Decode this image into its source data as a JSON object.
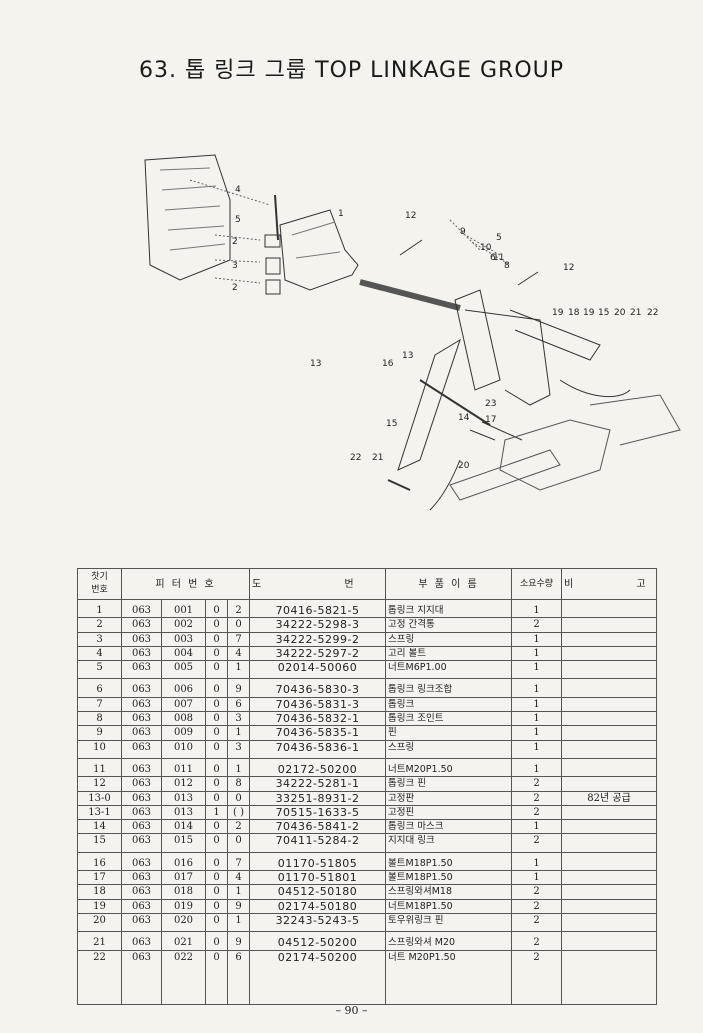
{
  "title": "63. 톱 링크 그룹 TOP LINKAGE GROUP",
  "figure": {
    "callouts": [
      "1",
      "2",
      "3",
      "4",
      "5",
      "2",
      "12",
      "9",
      "10",
      "5",
      "6",
      "11",
      "8",
      "12",
      "19",
      "18",
      "19",
      "15",
      "20",
      "21",
      "22",
      "13",
      "13",
      "16",
      "23",
      "14",
      "17",
      "15",
      "22",
      "21",
      "20"
    ]
  },
  "table": {
    "headers": {
      "seq": "찻기\n번호",
      "part_code": "피 터 번 호",
      "drawing_no": "도 번",
      "part_name": "부 품 이 름",
      "qty": "소요수량",
      "remarks": "비 고"
    },
    "groups": [
      [
        {
          "no": "1",
          "a": "063",
          "b": "001",
          "c": "0",
          "d": "2",
          "pn": "70416-5821-5",
          "name": "톱링크 지지대",
          "qty": "1",
          "rem": ""
        },
        {
          "no": "2",
          "a": "063",
          "b": "002",
          "c": "0",
          "d": "0",
          "pn": "34222-5298-3",
          "name": "고정 간격통",
          "qty": "2",
          "rem": ""
        },
        {
          "no": "3",
          "a": "063",
          "b": "003",
          "c": "0",
          "d": "7",
          "pn": "34222-5299-2",
          "name": "스프링",
          "qty": "1",
          "rem": ""
        },
        {
          "no": "4",
          "a": "063",
          "b": "004",
          "c": "0",
          "d": "4",
          "pn": "34222-5297-2",
          "name": "고리 볼트",
          "qty": "1",
          "rem": ""
        },
        {
          "no": "5",
          "a": "063",
          "b": "005",
          "c": "0",
          "d": "1",
          "pn": "02014-50060",
          "name": "너트M6P1.00",
          "qty": "1",
          "rem": ""
        }
      ],
      [
        {
          "no": "6",
          "a": "063",
          "b": "006",
          "c": "0",
          "d": "9",
          "pn": "70436-5830-3",
          "name": "톱링크 링크조합",
          "qty": "1",
          "rem": ""
        },
        {
          "no": "7",
          "a": "063",
          "b": "007",
          "c": "0",
          "d": "6",
          "pn": "70436-5831-3",
          "name": "톱링크",
          "qty": "1",
          "rem": ""
        },
        {
          "no": "8",
          "a": "063",
          "b": "008",
          "c": "0",
          "d": "3",
          "pn": "70436-5832-1",
          "name": "톱링크 조인트",
          "qty": "1",
          "rem": ""
        },
        {
          "no": "9",
          "a": "063",
          "b": "009",
          "c": "0",
          "d": "1",
          "pn": "70436-5835-1",
          "name": "핀",
          "qty": "1",
          "rem": ""
        },
        {
          "no": "10",
          "a": "063",
          "b": "010",
          "c": "0",
          "d": "3",
          "pn": "70436-5836-1",
          "name": "스프링",
          "qty": "1",
          "rem": ""
        }
      ],
      [
        {
          "no": "11",
          "a": "063",
          "b": "011",
          "c": "0",
          "d": "1",
          "pn": "02172-50200",
          "name": "너트M20P1.50",
          "qty": "1",
          "rem": ""
        },
        {
          "no": "12",
          "a": "063",
          "b": "012",
          "c": "0",
          "d": "8",
          "pn": "34222-5281-1",
          "name": "톱링크 핀",
          "qty": "2",
          "rem": ""
        },
        {
          "no": "13-0",
          "a": "063",
          "b": "013",
          "c": "0",
          "d": "0",
          "pn": "33251-8931-2",
          "name": "고정판",
          "qty": "2",
          "rem": "82년 공급"
        },
        {
          "no": "13-1",
          "a": "063",
          "b": "013",
          "c": "1",
          "d": "( )",
          "pn": "70515-1633-5",
          "name": "고정핀",
          "qty": "2",
          "rem": ""
        },
        {
          "no": "14",
          "a": "063",
          "b": "014",
          "c": "0",
          "d": "2",
          "pn": "70436-5841-2",
          "name": "톱링크 마스크",
          "qty": "1",
          "rem": ""
        },
        {
          "no": "15",
          "a": "063",
          "b": "015",
          "c": "0",
          "d": "0",
          "pn": "70411-5284-2",
          "name": "지지대 링크",
          "qty": "2",
          "rem": ""
        }
      ],
      [
        {
          "no": "16",
          "a": "063",
          "b": "016",
          "c": "0",
          "d": "7",
          "pn": "01170-51805",
          "name": "볼트M18P1.50",
          "qty": "1",
          "rem": ""
        },
        {
          "no": "17",
          "a": "063",
          "b": "017",
          "c": "0",
          "d": "4",
          "pn": "01170-51801",
          "name": "볼트M18P1.50",
          "qty": "1",
          "rem": ""
        },
        {
          "no": "18",
          "a": "063",
          "b": "018",
          "c": "0",
          "d": "1",
          "pn": "04512-50180",
          "name": "스프링와셔M18",
          "qty": "2",
          "rem": ""
        },
        {
          "no": "19",
          "a": "063",
          "b": "019",
          "c": "0",
          "d": "9",
          "pn": "02174-50180",
          "name": "너트M18P1.50",
          "qty": "2",
          "rem": ""
        },
        {
          "no": "20",
          "a": "063",
          "b": "020",
          "c": "0",
          "d": "1",
          "pn": "32243-5243-5",
          "name": "토우위링크 핀",
          "qty": "2",
          "rem": ""
        }
      ],
      [
        {
          "no": "21",
          "a": "063",
          "b": "021",
          "c": "0",
          "d": "9",
          "pn": "04512-50200",
          "name": "스프링와셔 M20",
          "qty": "2",
          "rem": ""
        },
        {
          "no": "22",
          "a": "063",
          "b": "022",
          "c": "0",
          "d": "6",
          "pn": "02174-50200",
          "name": "너트 M20P1.50",
          "qty": "2",
          "rem": ""
        }
      ]
    ]
  },
  "page_number": "– 90 –"
}
